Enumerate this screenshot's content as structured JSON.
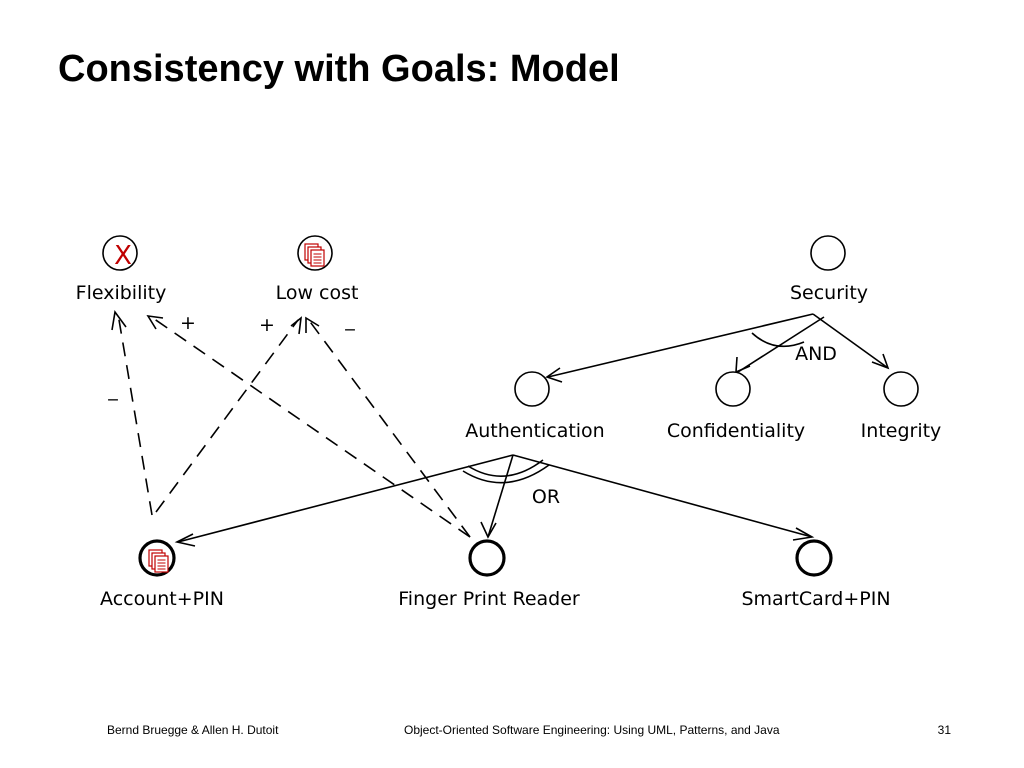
{
  "title": "Consistency with Goals: Model",
  "nodes": {
    "flexibility": "Flexibility",
    "low_cost": "Low cost",
    "security": "Security",
    "authentication": "Authentication",
    "confidentiality": "Confidentiality",
    "integrity": "Integrity",
    "account_pin": "Account+PIN",
    "finger_print": "Finger Print Reader",
    "smartcard_pin": "SmartCard+PIN"
  },
  "decomposition": {
    "and_label": "AND",
    "or_label": "OR"
  },
  "contributions": {
    "finger_to_flexibility": "+",
    "account_to_lowcost": "+",
    "finger_to_lowcost": "_",
    "account_to_flexibility": "_"
  },
  "markers": {
    "flexibility": "X",
    "low_cost": "document-stack-icon",
    "account_pin": "document-stack-icon"
  },
  "colors": {
    "marker": "#c00000",
    "line": "#000000"
  },
  "footer": {
    "authors": "Bernd Bruegge & Allen H. Dutoit",
    "book": "Object-Oriented Software Engineering: Using UML, Patterns, and Java",
    "page": "31"
  }
}
